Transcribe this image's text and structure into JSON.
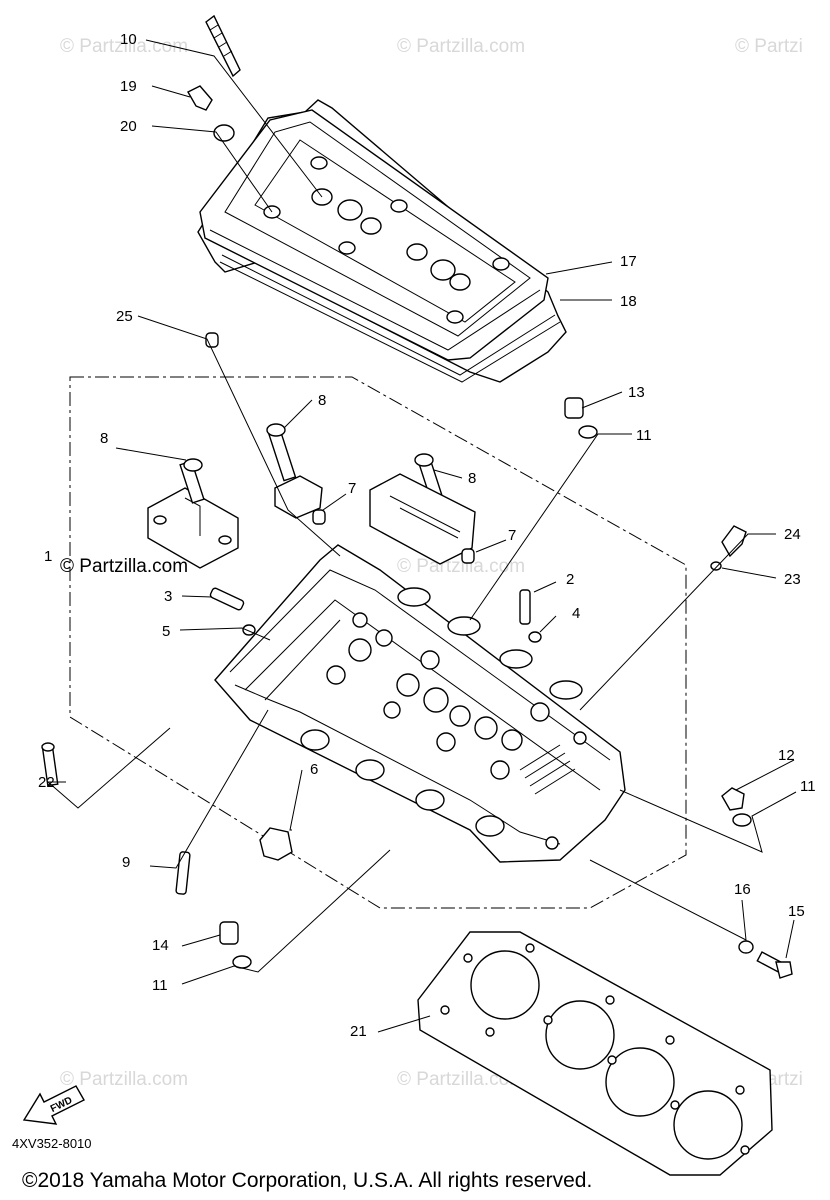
{
  "watermarks": [
    "© Partzilla.com",
    "© Partzilla.com",
    "© Partzi",
    "© Partzilla.com",
    "© Partzilla.com",
    "© Partzilla.com",
    "© Partzi"
  ],
  "main_watermark": "© Partzilla.com",
  "callouts": {
    "c1": "1",
    "c2": "2",
    "c3": "3",
    "c4": "4",
    "c5": "5",
    "c6": "6",
    "c7a": "7",
    "c7b": "7",
    "c8a": "8",
    "c8b": "8",
    "c8c": "8",
    "c9": "9",
    "c10": "10",
    "c11a": "11",
    "c11b": "11",
    "c11c": "11",
    "c12": "12",
    "c13": "13",
    "c14": "14",
    "c15": "15",
    "c16": "16",
    "c17": "17",
    "c18": "18",
    "c19": "19",
    "c20": "20",
    "c21": "21",
    "c22": "22",
    "c23": "23",
    "c24": "24",
    "c25": "25"
  },
  "fwd_label": "FWD",
  "diagram_code": "4XV352-8010",
  "copyright": "©2018 Yamaha Motor Corporation, U.S.A. All rights reserved."
}
